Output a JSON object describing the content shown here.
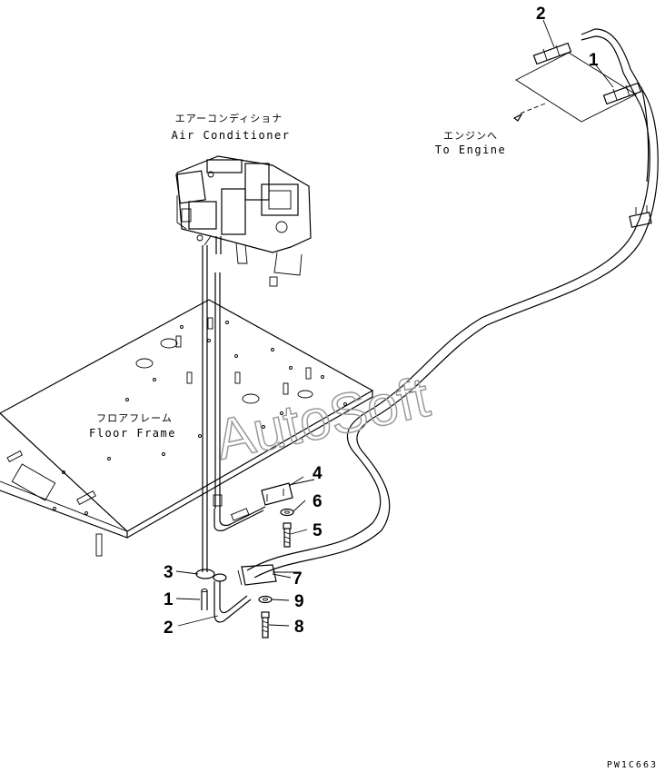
{
  "labels": {
    "air_conditioner_jp": "エアーコンディショナ",
    "air_conditioner_en": "Air Conditioner",
    "to_engine_jp": "エンジンへ",
    "to_engine_en": "To Engine",
    "floor_frame_jp": "フロアフレーム",
    "floor_frame_en": "Floor Frame"
  },
  "callouts": {
    "top_2": "2",
    "top_1": "1",
    "c4": "4",
    "c6": "6",
    "c5": "5",
    "c3": "3",
    "c7": "7",
    "c1": "1",
    "c9": "9",
    "c2": "2",
    "c8": "8"
  },
  "watermark": "AutoSoft",
  "drawing_code": "PW1C663"
}
